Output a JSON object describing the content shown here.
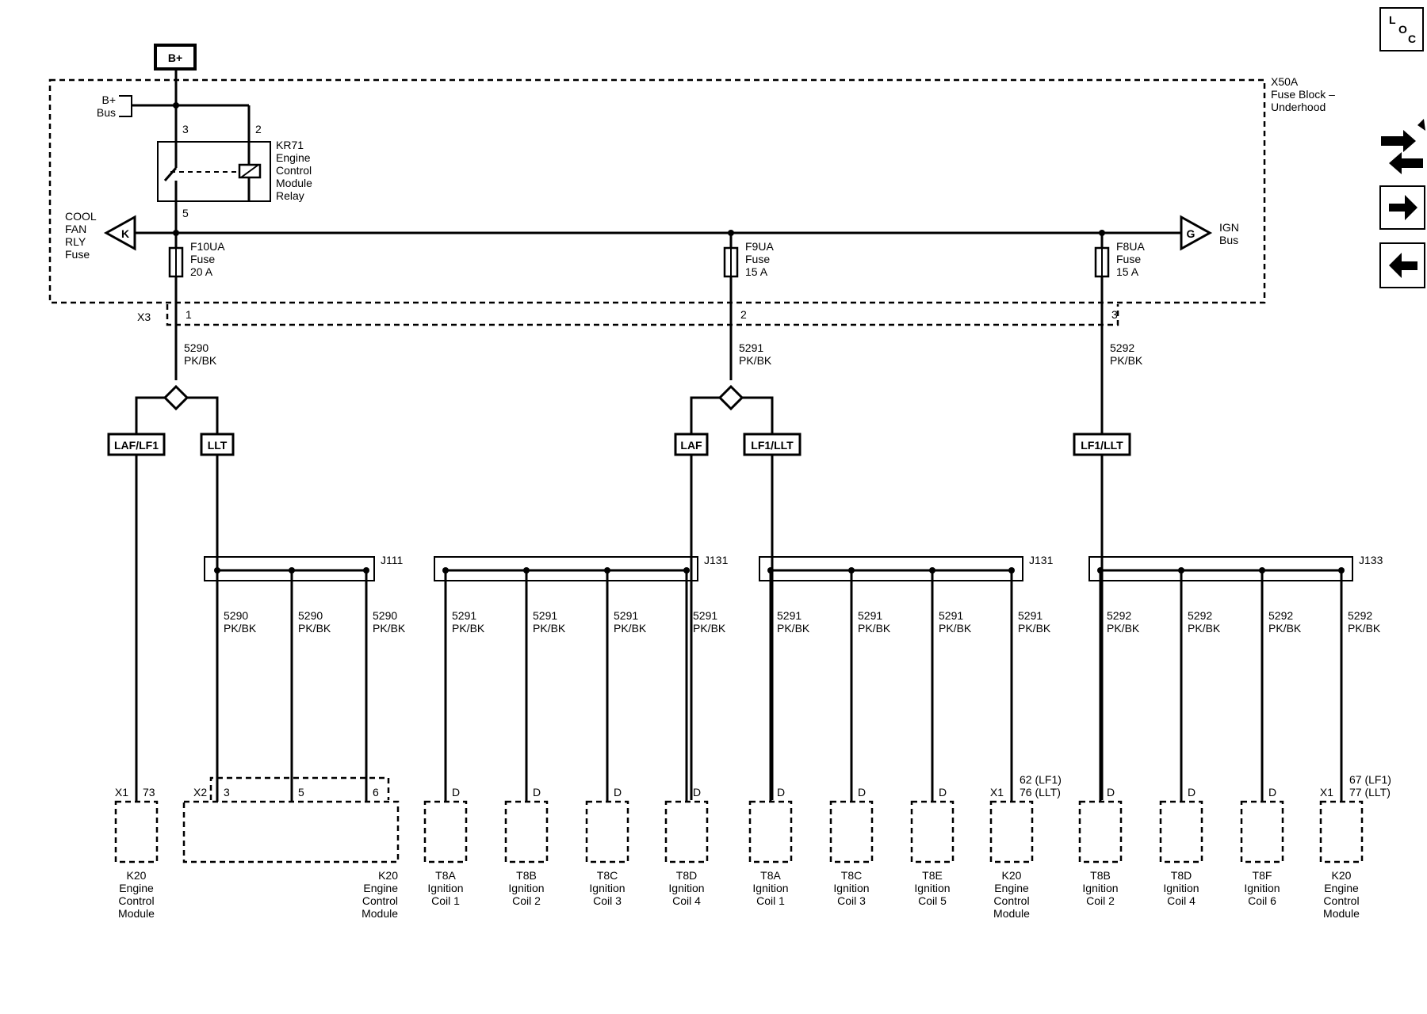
{
  "loc_icon": {
    "l": "L",
    "o": "O",
    "c": "C"
  },
  "nav": {
    "swap_icon": "wiring-swap-icon",
    "next_icon": "arrow-right-icon",
    "prev_icon": "arrow-left-icon"
  },
  "supply": {
    "bplus": "B+",
    "bus_line1": "B+",
    "bus_line2": "Bus",
    "block_id": "X50A",
    "block_line2": "Fuse Block –",
    "block_line3": "Underhood",
    "relay_pin3": "3",
    "relay_pin2": "2",
    "relay_pin5": "5",
    "relay_lines": [
      "KR71",
      "Engine",
      "Control",
      "Module",
      "Relay"
    ],
    "left_ref_letter": "K",
    "left_ref_lines": [
      "COOL",
      "FAN",
      "RLY",
      "Fuse"
    ],
    "right_ref_letter": "G",
    "right_ref_lines": [
      "IGN",
      "Bus"
    ],
    "connector": "X3"
  },
  "fuses": [
    {
      "name": "F10UA",
      "type": "Fuse",
      "rating": "20 A",
      "pin": "1",
      "circuit": "5290",
      "color": "PK/BK"
    },
    {
      "name": "F9UA",
      "type": "Fuse",
      "rating": "15 A",
      "pin": "2",
      "circuit": "5291",
      "color": "PK/BK"
    },
    {
      "name": "F8UA",
      "type": "Fuse",
      "rating": "15 A",
      "pin": "3",
      "circuit": "5292",
      "color": "PK/BK"
    }
  ],
  "options": [
    "LAF/LF1",
    "LLT",
    "LAF",
    "LF1/LLT",
    "LF1/LLT"
  ],
  "splices": [
    {
      "id": "J111",
      "wires": [
        {
          "circuit": "5290",
          "color": "PK/BK"
        },
        {
          "circuit": "5290",
          "color": "PK/BK"
        },
        {
          "circuit": "5290",
          "color": "PK/BK"
        }
      ]
    },
    {
      "id": "J131",
      "wires": [
        {
          "circuit": "5291",
          "color": "PK/BK"
        },
        {
          "circuit": "5291",
          "color": "PK/BK"
        },
        {
          "circuit": "5291",
          "color": "PK/BK"
        },
        {
          "circuit": "5291",
          "color": "PK/BK"
        }
      ]
    },
    {
      "id": "J131",
      "wires": [
        {
          "circuit": "5291",
          "color": "PK/BK"
        },
        {
          "circuit": "5291",
          "color": "PK/BK"
        },
        {
          "circuit": "5291",
          "color": "PK/BK"
        },
        {
          "circuit": "5291",
          "color": "PK/BK"
        }
      ]
    },
    {
      "id": "J133",
      "wires": [
        {
          "circuit": "5292",
          "color": "PK/BK"
        },
        {
          "circuit": "5292",
          "color": "PK/BK"
        },
        {
          "circuit": "5292",
          "color": "PK/BK"
        },
        {
          "circuit": "5292",
          "color": "PK/BK"
        }
      ]
    }
  ],
  "components": [
    {
      "connector": "X1",
      "pin": "73",
      "lines": [
        "K20",
        "Engine",
        "Control",
        "Module"
      ]
    },
    {
      "connector": "X2",
      "pins": [
        "3",
        "5",
        "6"
      ],
      "lines": [
        "K20",
        "Engine",
        "Control",
        "Module"
      ]
    },
    {
      "pin": "D",
      "lines": [
        "T8A",
        "Ignition",
        "Coil 1"
      ]
    },
    {
      "pin": "D",
      "lines": [
        "T8B",
        "Ignition",
        "Coil 2"
      ]
    },
    {
      "pin": "D",
      "lines": [
        "T8C",
        "Ignition",
        "Coil 3"
      ]
    },
    {
      "pin": "D",
      "lines": [
        "T8D",
        "Ignition",
        "Coil 4"
      ]
    },
    {
      "pin": "D",
      "lines": [
        "T8A",
        "Ignition",
        "Coil 1"
      ]
    },
    {
      "pin": "D",
      "lines": [
        "T8C",
        "Ignition",
        "Coil 3"
      ]
    },
    {
      "pin": "D",
      "lines": [
        "T8E",
        "Ignition",
        "Coil 5"
      ]
    },
    {
      "connector": "X1",
      "pin_lines": [
        "62 (LF1)",
        "76 (LLT)"
      ],
      "lines": [
        "K20",
        "Engine",
        "Control",
        "Module"
      ]
    },
    {
      "pin": "D",
      "lines": [
        "T8B",
        "Ignition",
        "Coil 2"
      ]
    },
    {
      "pin": "D",
      "lines": [
        "T8D",
        "Ignition",
        "Coil 4"
      ]
    },
    {
      "pin": "D",
      "lines": [
        "T8F",
        "Ignition",
        "Coil 6"
      ]
    },
    {
      "connector": "X1",
      "pin_lines": [
        "67 (LF1)",
        "77 (LLT)"
      ],
      "lines": [
        "K20",
        "Engine",
        "Control",
        "Module"
      ]
    }
  ]
}
